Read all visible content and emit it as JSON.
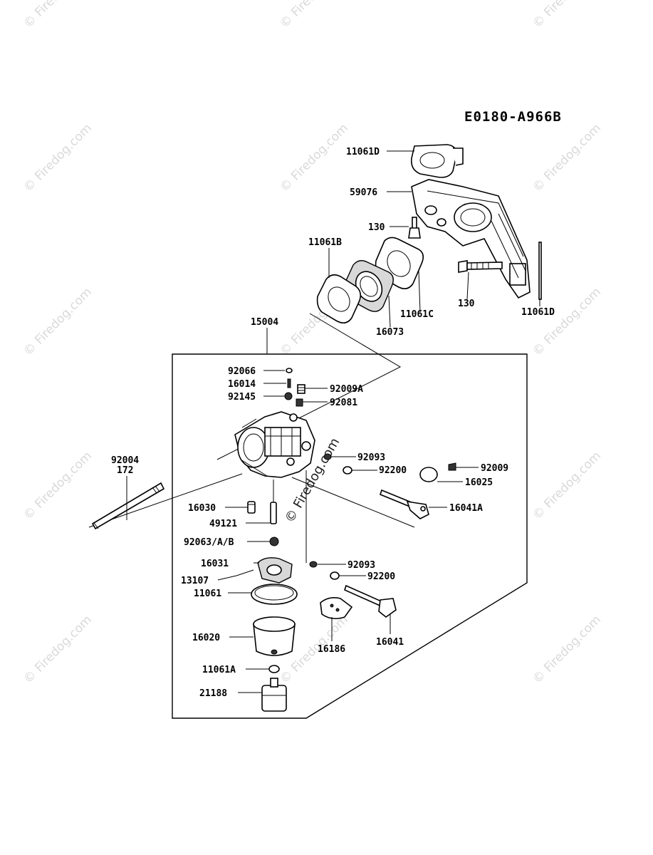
{
  "diagram_code": "E0180-A966B",
  "watermark": {
    "text": "© Firedog.com",
    "center_text": "© Firedog.com"
  },
  "labels": {
    "p11061D_top": "11061D",
    "p59076": "59076",
    "p130_top": "130",
    "p11061B": "11061B",
    "p11061C": "11061C",
    "p16073": "16073",
    "p130_right": "130",
    "p11061D_right": "11061D",
    "p15004": "15004",
    "p92066": "92066",
    "p16014": "16014",
    "p92145": "92145",
    "p92009A": "92009A",
    "p92081": "92081",
    "p92004": "92004",
    "p172": "172",
    "p92093_a": "92093",
    "p92200_a": "92200",
    "p92009": "92009",
    "p16025": "16025",
    "p16041A": "16041A",
    "p16030": "16030",
    "p49121": "49121",
    "p92063": "92063/A/B",
    "p16031": "16031",
    "p13107": "13107",
    "p11061": "11061",
    "p92093_b": "92093",
    "p92200_b": "92200",
    "p16020": "16020",
    "p16186": "16186",
    "p16041": "16041",
    "p11061A": "11061A",
    "p21188": "21188"
  }
}
